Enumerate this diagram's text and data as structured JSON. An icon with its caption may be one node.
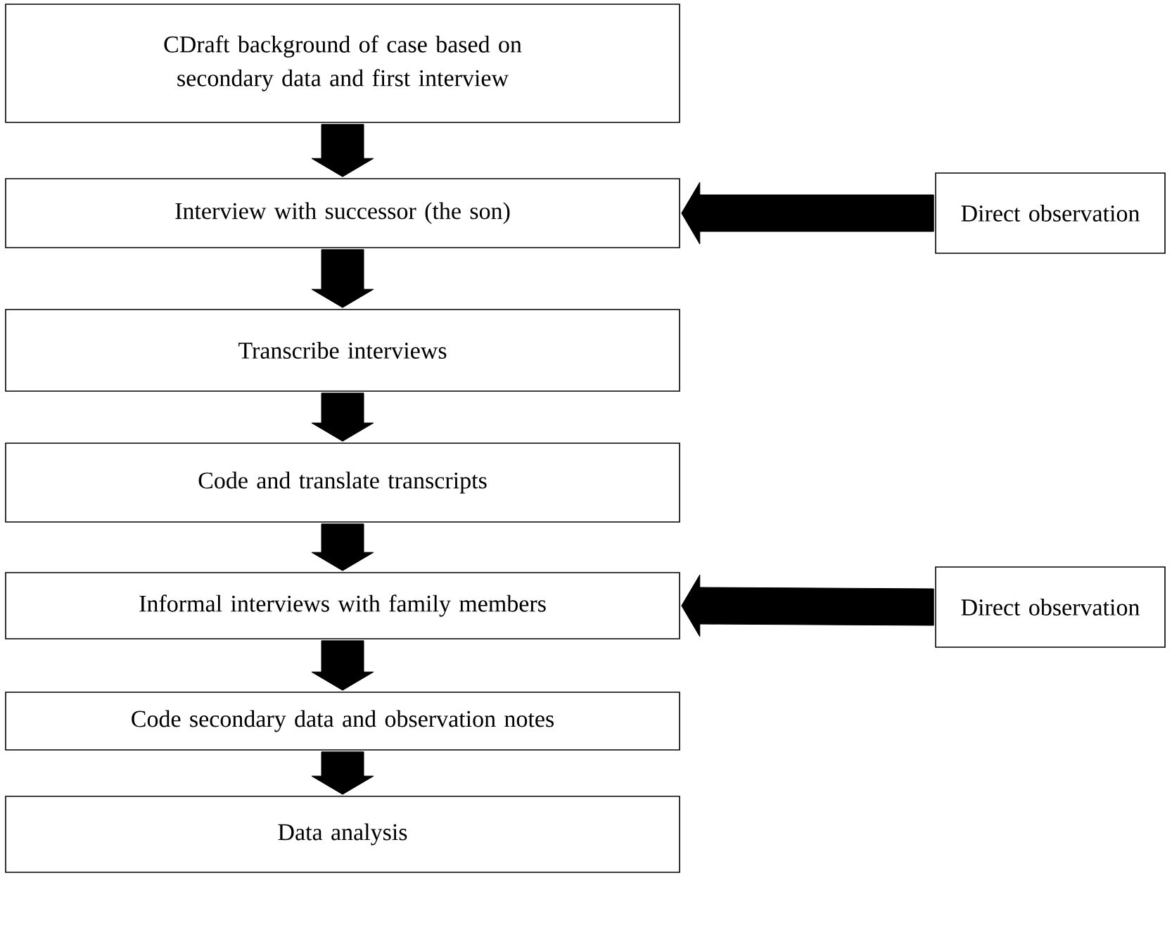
{
  "diagram": {
    "nodes": [
      {
        "text": [
          "CDraft background of case based on secondary data and first interview"
        ]
      },
      {
        "text": [
          "Interview with successor (the son)"
        ]
      },
      {
        "text": [
          "Direct observation"
        ]
      },
      {
        "text": [
          "Transcribe interviews"
        ]
      },
      {
        "text": [
          "Code and translate transcripts"
        ]
      },
      {
        "text": [
          "Informal interviews with family members"
        ]
      },
      {
        "text": [
          "Direct observation"
        ]
      },
      {
        "text": [
          "Code secondary data and observation notes"
        ]
      },
      {
        "text": [
          "Data analysis"
        ]
      }
    ],
    "edges": [
      {
        "from": 0,
        "to": 1,
        "arrow": "to"
      },
      {
        "from": 2,
        "to": 1,
        "arrow": "to"
      },
      {
        "from": 1,
        "to": 3,
        "arrow": "to"
      },
      {
        "from": 3,
        "to": 4,
        "arrow": "to"
      },
      {
        "from": 4,
        "to": 5,
        "arrow": "to"
      },
      {
        "from": 6,
        "to": 5,
        "arrow": "to"
      },
      {
        "from": 5,
        "to": 7,
        "arrow": "to"
      },
      {
        "from": 7,
        "to": 8,
        "arrow": "to"
      }
    ]
  }
}
